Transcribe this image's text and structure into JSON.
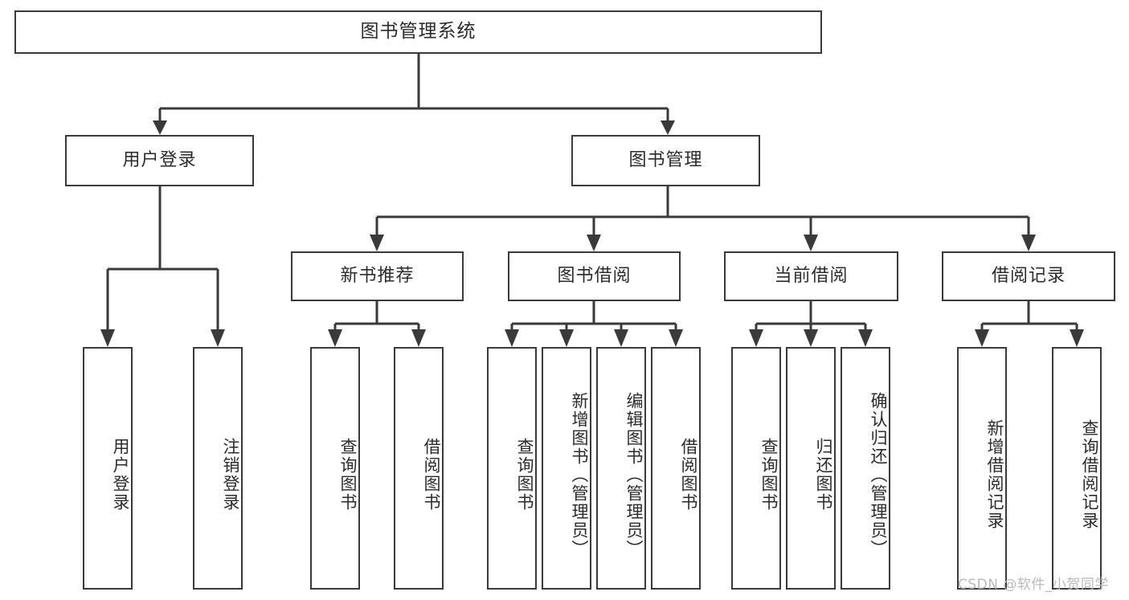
{
  "diagram": {
    "type": "tree-hierarchy-chart",
    "title": "图书管理系统",
    "orientation": "top-down",
    "colors": {
      "box_border": "#3a3a3a",
      "box_fill": "#ffffff",
      "connector": "#3a3a3a",
      "text": "#2b2b2b",
      "watermark": "#b9b9b9"
    }
  },
  "root": {
    "label": "图书管理系统"
  },
  "level2": [
    {
      "label": "用户登录"
    },
    {
      "label": "图书管理"
    }
  ],
  "level3": [
    {
      "label": "新书推荐"
    },
    {
      "label": "图书借阅"
    },
    {
      "label": "当前借阅"
    },
    {
      "label": "借阅记录"
    }
  ],
  "leaves": {
    "user_login": [
      {
        "label": "用户登录"
      },
      {
        "label": "注销登录"
      }
    ],
    "new_book": [
      {
        "label": "查询图书"
      },
      {
        "label": "借阅图书"
      }
    ],
    "borrow_book": [
      {
        "label": "查询图书"
      },
      {
        "label": "新增图书（管理员）"
      },
      {
        "label": "编辑图书（管理员）"
      },
      {
        "label": "借阅图书"
      }
    ],
    "current_borrow": [
      {
        "label": "查询图书"
      },
      {
        "label": "归还图书"
      },
      {
        "label": "确认归还（管理员）"
      }
    ],
    "borrow_record": [
      {
        "label": "新增借阅记录"
      },
      {
        "label": "查询借阅记录"
      }
    ]
  },
  "watermark": {
    "text": "CSDN @软件_小贺同学"
  }
}
